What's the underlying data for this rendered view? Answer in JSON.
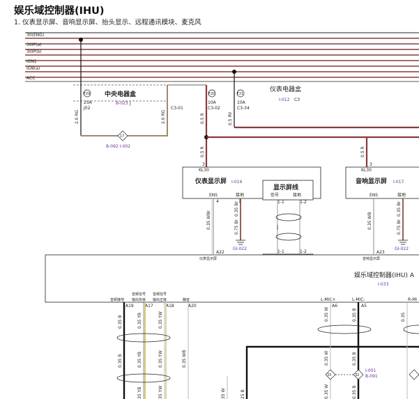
{
  "title": "娱乐域控制器(IHU)",
  "subtitle": "1. 仪表显示屏、音响显示屏、抬头显示、远程通讯模块、麦克风",
  "rails": [
    "30(ENG)",
    "30IP(a)",
    "30IP(b)",
    "IGN1",
    "IGN(a)",
    "ACC"
  ],
  "central_box": {
    "name": "中央电器盒",
    "ref": "B-023",
    "conn": "J",
    "fuse_id": "F29",
    "fuse_amp": "25A",
    "pin": "J02",
    "wire_in": "2.0 RG",
    "wire_out": "2.0 RG",
    "pin_out": "C3-01"
  },
  "ip_box": {
    "name": "仪表电器盒",
    "ref": "I-012",
    "conn": "C3",
    "fuses": [
      {
        "id": "F20",
        "amp": "10A",
        "pin": "C3-02",
        "wire": "0.5 R"
      },
      {
        "id": "F21",
        "amp": "10A",
        "pin": "C3-34",
        "wire": "0.5 RV"
      }
    ]
  },
  "splice": {
    "id": "17",
    "refs": "B-092 I-002"
  },
  "cluster": {
    "name": "仪表显示屏",
    "ref": "I-016",
    "pin_kl30_no": "3",
    "pin_kl30": "KL30",
    "wire_top": "0.5 R",
    "pin_ens_no": "4",
    "pin_ens": "ENS",
    "pin_gnd_no": "1",
    "pin_gnd": "接地",
    "wire_ens": "0.35 WBr",
    "wire_gnd1": "0.35 Br",
    "wire_gnd2": "0.75 Br",
    "ground_ref": "GI-022"
  },
  "audio": {
    "name": "音响显示屏",
    "ref": "I-017",
    "pin_kl30_no": "3",
    "pin_kl30": "KL30",
    "wire_top": "0.5 R",
    "pin_ens": "ENS",
    "pin_gnd": "接地",
    "wire_ens": "0.35 WB",
    "wire_gnd1": "0.35 Br",
    "wire_gnd2": "0.75 Br",
    "ground_ref": "GI-022"
  },
  "display_cable": {
    "name": "显示屏线",
    "signal": "信号",
    "ground": "接地",
    "pins_top": [
      "1-1",
      "1-2"
    ],
    "pins_bottom": [
      "1-1",
      "1-2"
    ]
  },
  "ihu": {
    "name": "娱乐域控制器(IHU) A",
    "ref": "I-033",
    "pin_cluster_no": "A22",
    "pin_cluster": "仪表显示屏",
    "pin_audio_no": "A23",
    "pin_audio": "音响显示屏",
    "lower_pins": [
      {
        "label": "音频接地",
        "no": "A19"
      },
      {
        "label": "音频信号\n输出负级",
        "no": "A17"
      },
      {
        "label": "音频信号\n输出正级",
        "no": "A18"
      },
      {
        "label": "静音",
        "no": "A20"
      }
    ],
    "mic_pins": [
      {
        "label": "L-MIC+",
        "no": "A6"
      },
      {
        "label": "L-MIC-",
        "no": "A5"
      },
      {
        "label": "R-MI",
        "no": ""
      }
    ]
  },
  "lower_wires": [
    "0.35 B",
    "0.35 YB",
    "0.35 YW",
    "0.35 WB",
    "0.35 W",
    "0.35 B"
  ],
  "lower_wires2": [
    "0.35 B",
    "0.35 YB",
    "0.35 YW"
  ],
  "bottom_wires": [
    "35 YB",
    "35 YW",
    "35 W",
    "25 B",
    "0.35 W",
    "0.35 B"
  ],
  "splice2": {
    "a": "33",
    "b": "32",
    "refs": [
      "I-001",
      "B-091"
    ]
  }
}
